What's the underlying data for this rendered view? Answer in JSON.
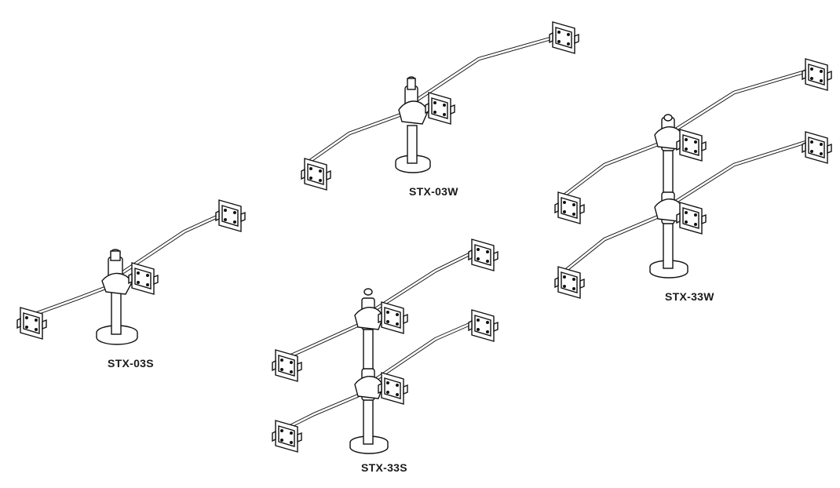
{
  "products": [
    {
      "id": "stx-03s",
      "label": "STX-03S"
    },
    {
      "id": "stx-03w",
      "label": "STX-03W"
    },
    {
      "id": "stx-33s",
      "label": "STX-33S"
    },
    {
      "id": "stx-33w",
      "label": "STX-33W"
    }
  ]
}
